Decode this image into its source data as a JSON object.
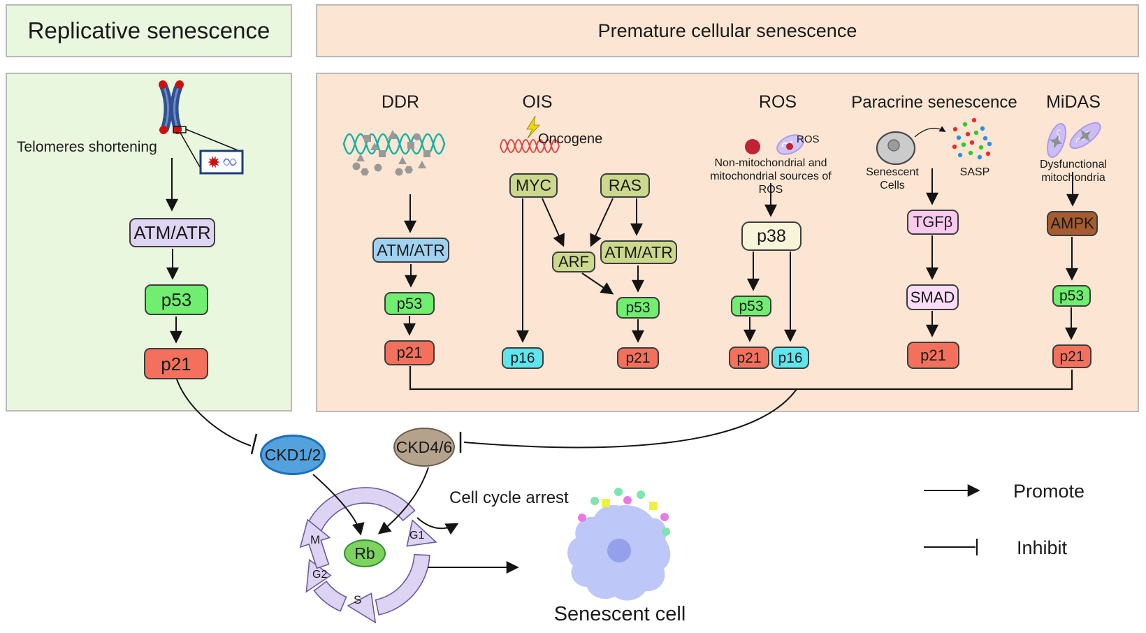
{
  "colors": {
    "panel_green": "#eaf7df",
    "panel_peach": "#fce5d2",
    "panel_border": "#b9b9b9",
    "node_border": "#3d3d3d",
    "lavender_box": "#ded5f2",
    "green_box": "#6fee6f",
    "salmon_box": "#f3715c",
    "blue_box": "#a0d2f0",
    "olive_box": "#ccd98c",
    "cyan_box": "#5ee6ee",
    "cream_box": "#f8f4da",
    "pink_box": "#f9c9ee",
    "light_pink_box": "#fadcf7",
    "brown_box": "#a55c30",
    "ckd12_fill": "#53a2dd",
    "ckd46_fill": "#b5a28c",
    "rb_fill": "#7ed35f",
    "cycle_ring": "#ddd3f2",
    "teal_dna": "#16b3a5",
    "red_dna": "#e04545",
    "arrow": "#141414"
  },
  "icons": {
    "chromosome-icon": "X-shaped chromosome with red telomere tips",
    "telomere-zoom-icon": "magnified box with damaged DNA (red burst + blue helix)",
    "ddr-dna-icon": "teal DNA double wave with gray damage particles",
    "oncogene-dna-icon": "red DNA wave with yellow lightning bolt",
    "ros-source-icon": "red dot (non-mitochondrial) and mitochondrion releasing ROS",
    "senescent-cell-icon": "gray cell with nucleus",
    "sasp-dots-icon": "scatter of red/green/blue secreted factor dots",
    "dysfunctional-mitochondria-icon": "two purple mitochondria with gray stars",
    "cell-cycle-ring": "lavender circular arrows with phases M G2 S G1",
    "senescent-cell-blob": "light purple irregular cell with nucleus and secreted dots",
    "promote-arrow-icon": "black arrow",
    "inhibit-bar-icon": "black line ending in perpendicular bar"
  },
  "replicative": {
    "title": "Replicative senescence",
    "telomeres_label": "Telomeres shortening",
    "atm_atr": "ATM/ATR",
    "p53": "p53",
    "p21": "p21"
  },
  "premature": {
    "title": "Premature cellular senescence",
    "ddr": {
      "title": "DDR",
      "atm_atr": "ATM/ATR",
      "p53": "p53",
      "p21": "p21"
    },
    "ois": {
      "title": "OIS",
      "oncogene_label": "Oncogene",
      "myc": "MYC",
      "ras": "RAS",
      "arf": "ARF",
      "atm_atr": "ATM/ATR",
      "p53": "p53",
      "p21": "p21",
      "p16": "p16"
    },
    "ros": {
      "title": "ROS",
      "ros_label": "ROS",
      "sources_label": "Non-mitochondrial and\nmitochondrial sources of ROS",
      "p38": "p38",
      "p53": "p53",
      "p21": "p21",
      "p16": "p16"
    },
    "paracrine": {
      "title": "Paracrine senescence",
      "senescent_cells_label": "Senescent Cells",
      "sasp_label": "SASP",
      "tgfb": "TGFβ",
      "smad": "SMAD",
      "p21": "p21"
    },
    "midas": {
      "title": "MiDAS",
      "mitochondria_label": "Dysfunctional mitochondria",
      "ampk": "AMPK",
      "p53": "p53",
      "p21": "p21"
    }
  },
  "cell_cycle": {
    "ckd12": "CKD1/2",
    "ckd46": "CKD4/6",
    "rb": "Rb",
    "phase_m": "M",
    "phase_g1": "G1",
    "phase_g2": "G2",
    "phase_s": "S",
    "arrest_label": "Cell cycle arrest",
    "senescent_cell_label": "Senescent cell"
  },
  "legend": {
    "promote": "Promote",
    "inhibit": "Inhibit"
  }
}
